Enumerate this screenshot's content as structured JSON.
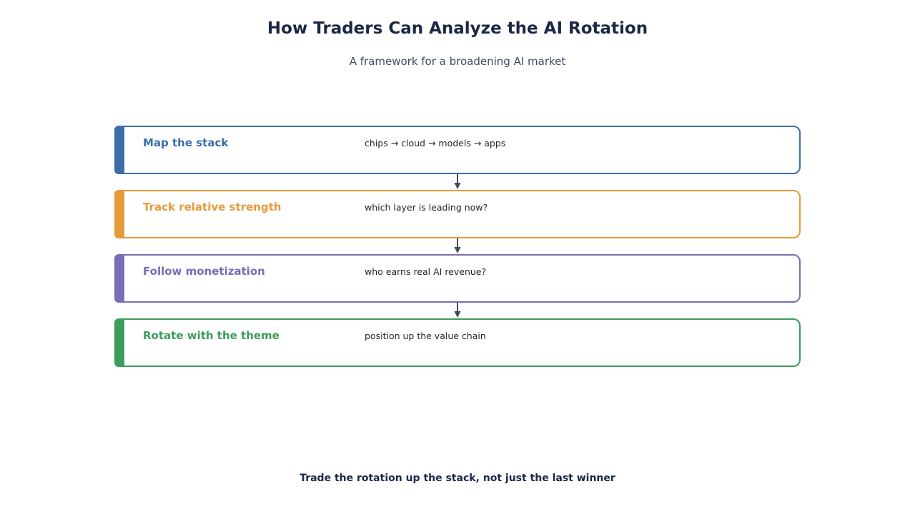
{
  "header": {
    "title": "How Traders Can Analyze the AI Rotation",
    "subtitle": "A framework for a broadening AI market"
  },
  "steps": [
    {
      "label": "Map the stack",
      "description": "chips → cloud → models → apps",
      "color": "#3d6da8"
    },
    {
      "label": "Track relative strength",
      "description": "which layer is leading now?",
      "color": "#e49b39"
    },
    {
      "label": "Follow monetization",
      "description": "who earns real AI revenue?",
      "color": "#7a6db4"
    },
    {
      "label": "Rotate with the theme",
      "description": "position up the value chain",
      "color": "#3c9d5b"
    }
  ],
  "connector_color": "#3f4a63",
  "footer": {
    "text": "Trade the rotation up the stack, not just the last winner"
  }
}
